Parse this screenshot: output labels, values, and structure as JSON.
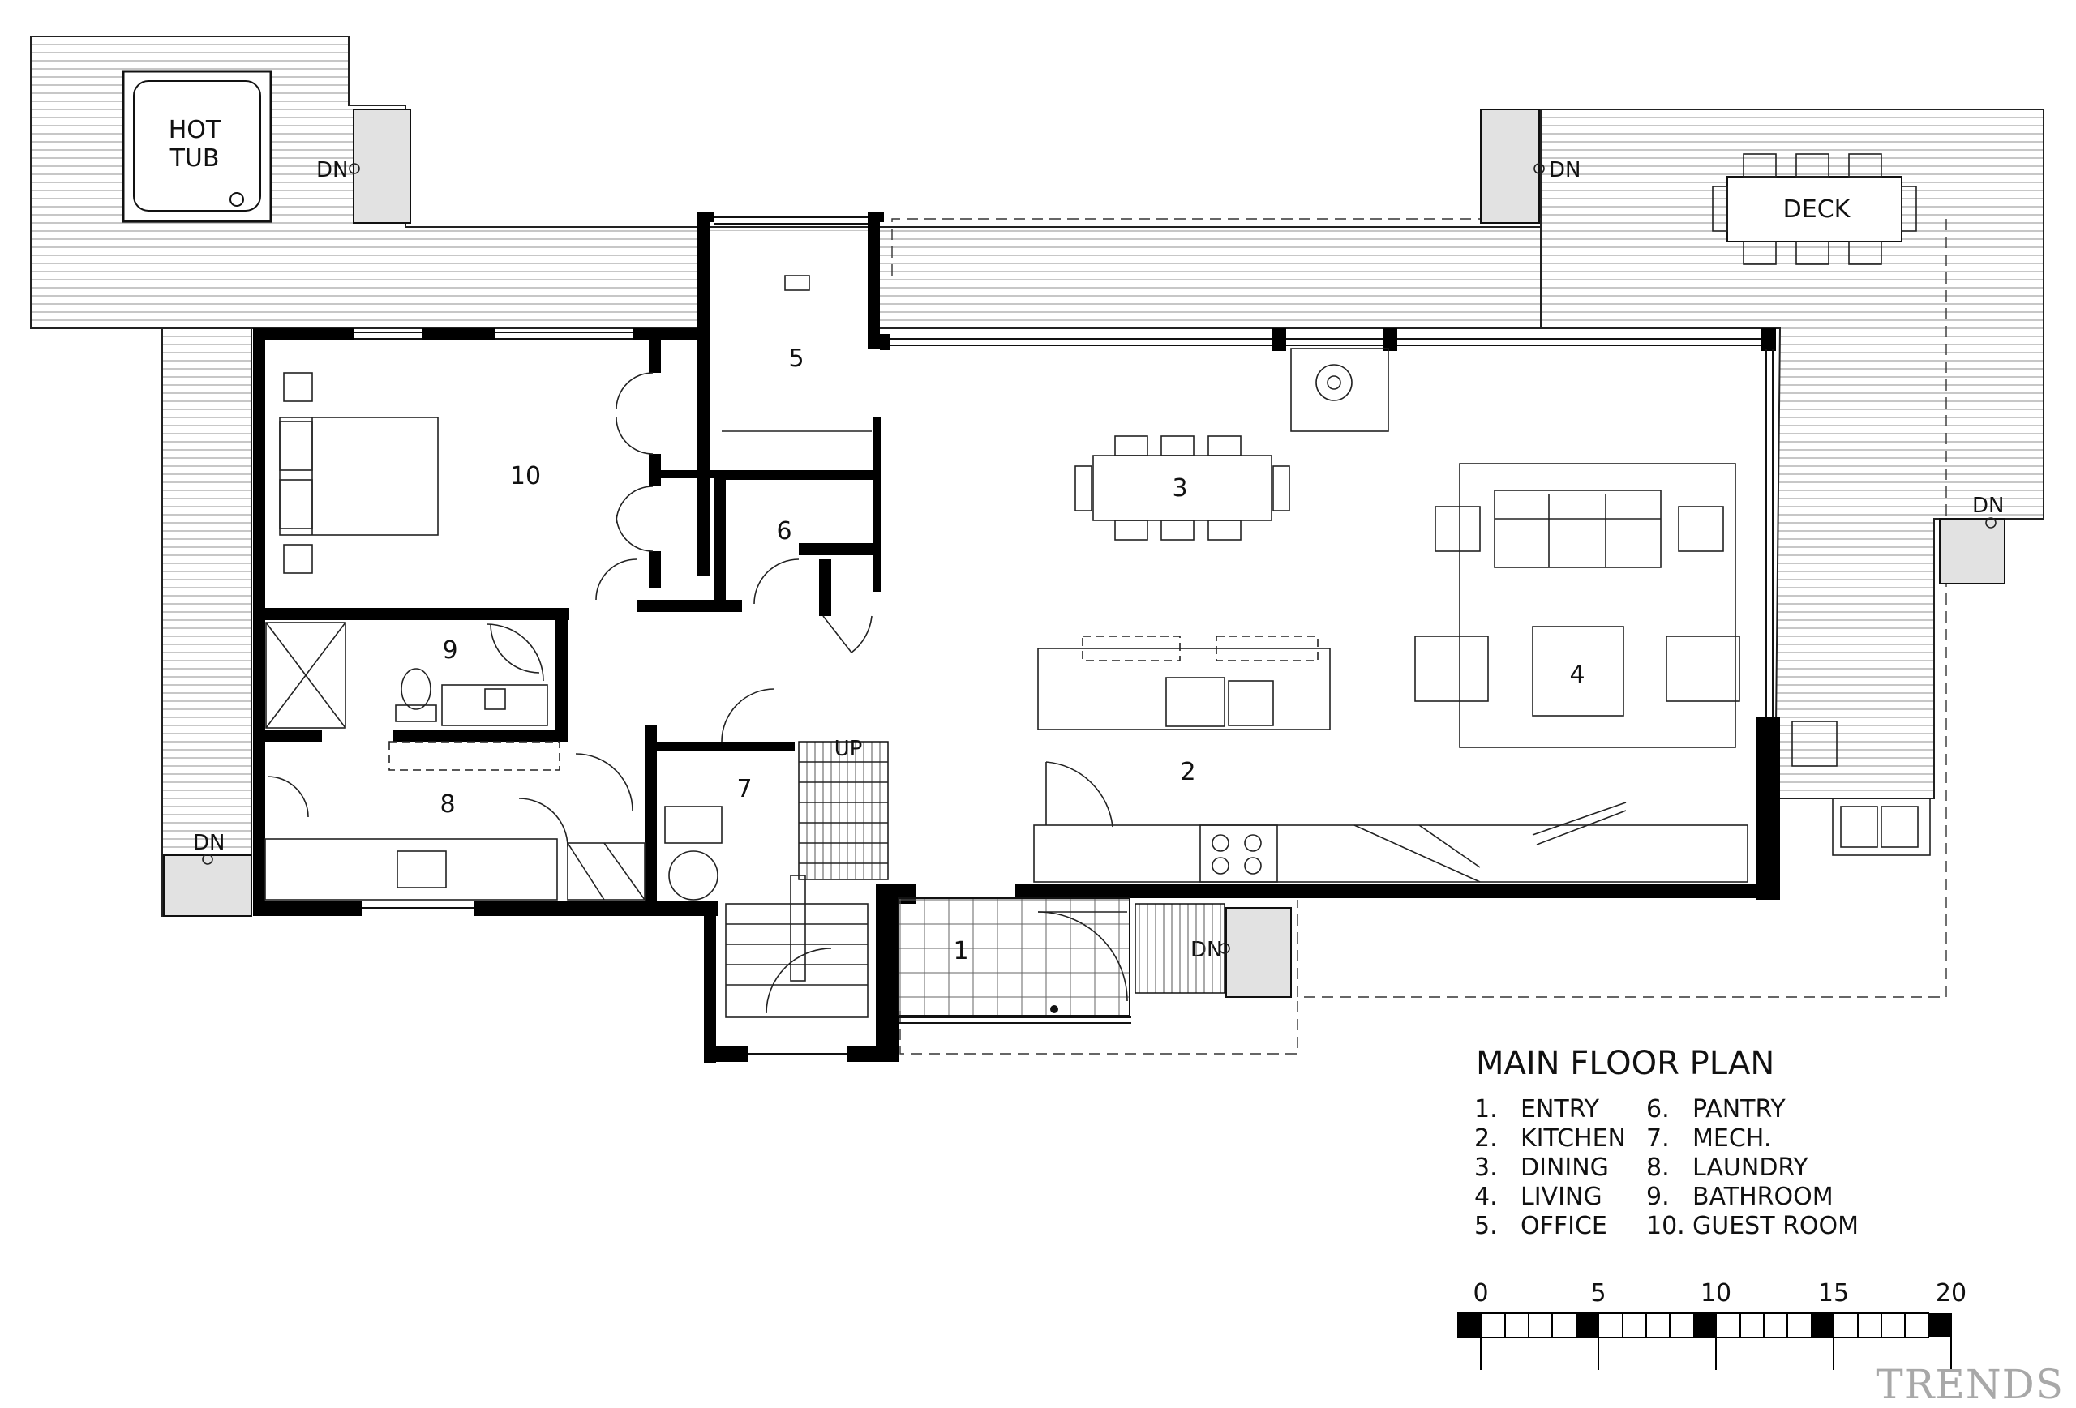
{
  "rooms": {
    "r1": "1",
    "r2": "2",
    "r3": "3",
    "r4": "4",
    "r5": "5",
    "r6": "6",
    "r7": "7",
    "r8": "8",
    "r9": "9",
    "r10": "10"
  },
  "labels": {
    "hot_tub_line1": "HOT",
    "hot_tub_line2": "TUB",
    "deck": "DECK",
    "dn": "DN",
    "up": "UP"
  },
  "legend": {
    "title": "MAIN FLOOR PLAN",
    "items": [
      {
        "num": "1.",
        "name": "ENTRY"
      },
      {
        "num": "2.",
        "name": "KITCHEN"
      },
      {
        "num": "3.",
        "name": "DINING"
      },
      {
        "num": "4.",
        "name": "LIVING"
      },
      {
        "num": "5.",
        "name": "OFFICE"
      },
      {
        "num": "6.",
        "name": "PANTRY"
      },
      {
        "num": "7.",
        "name": "MECH."
      },
      {
        "num": "8.",
        "name": "LAUNDRY"
      },
      {
        "num": "9.",
        "name": "BATHROOM"
      },
      {
        "num": "10.",
        "name": "GUEST ROOM"
      }
    ]
  },
  "scale_bar": {
    "ticks": [
      "0",
      "5",
      "10",
      "15",
      "20"
    ]
  },
  "watermark": "TRENDS"
}
